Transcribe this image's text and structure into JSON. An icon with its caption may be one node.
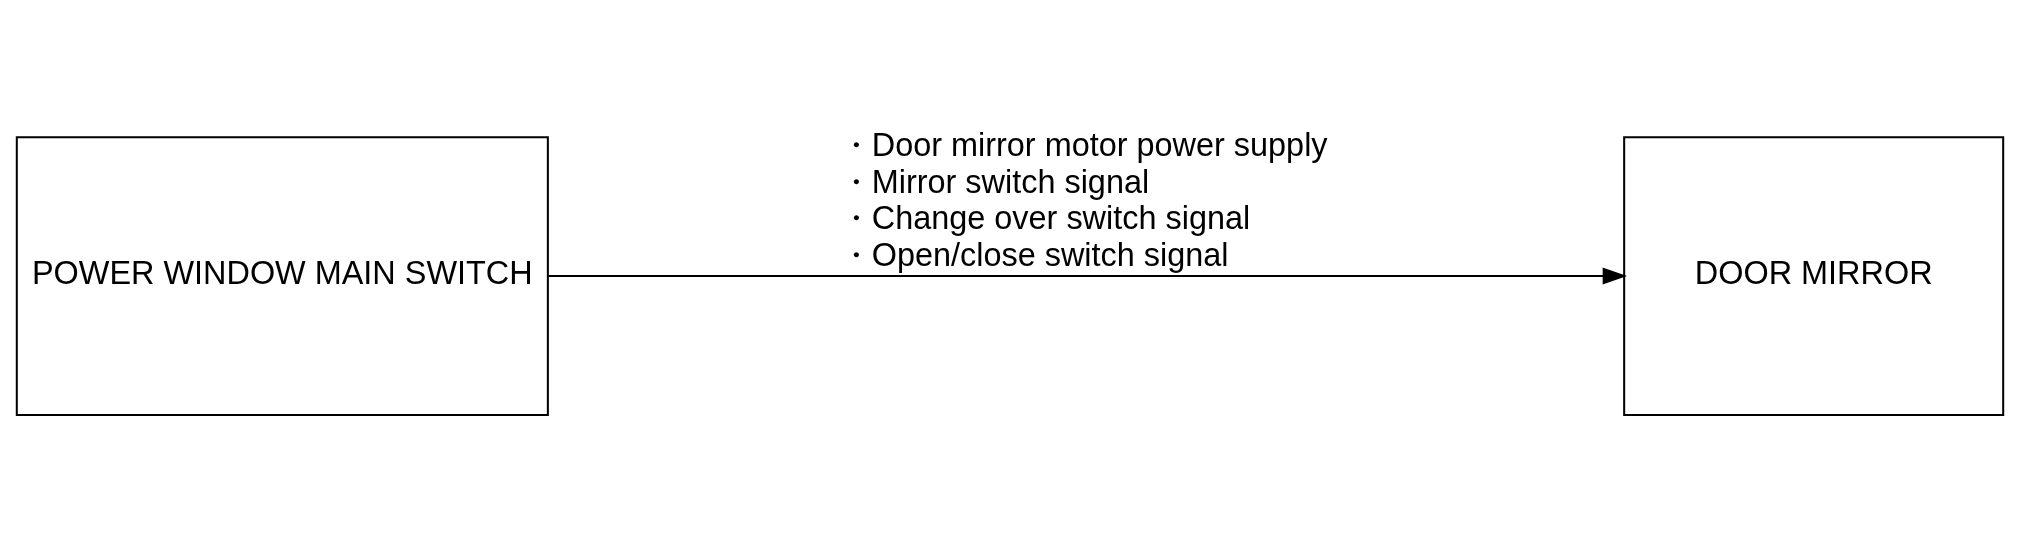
{
  "diagram": {
    "nodes": [
      {
        "text": [
          "POWER WINDOW MAIN SWITCH"
        ]
      },
      {
        "text": [
          "DOOR MIRROR"
        ]
      }
    ],
    "edges": [
      {
        "from": 0,
        "to": 1,
        "arrow": "to",
        "label": [
          "・Door mirror motor power supply",
          "・Mirror switch signal",
          "・Change over switch signal",
          "・Open/close switch signal"
        ]
      }
    ]
  }
}
